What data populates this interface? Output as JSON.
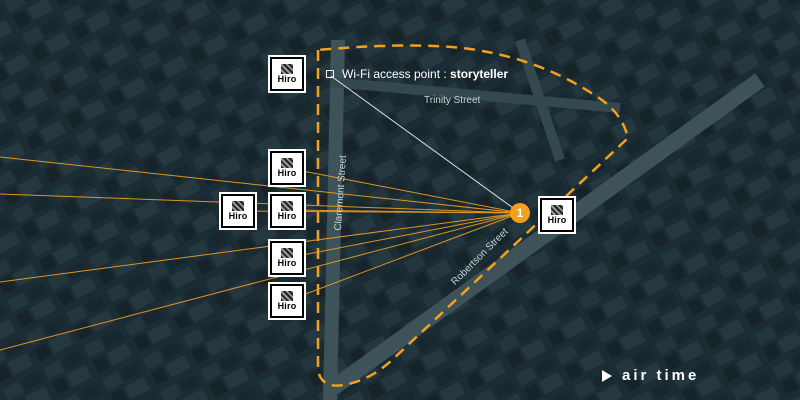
{
  "map": {
    "background_color": "#1c2b30",
    "accent_color": "#f2a01e"
  },
  "access_point": {
    "prefix": "Wi-Fi  access point : ",
    "name": "storyteller",
    "icon": "wifi-access-point-icon"
  },
  "streets": {
    "trinity": "Trinity Street",
    "claremont": "Claremont Street",
    "robertson": "Robertson Street"
  },
  "marker": {
    "number": "1",
    "icon": "numbered-location-marker"
  },
  "devices": {
    "label": "Hiro",
    "icon": "hiro-device-icon",
    "count": 7
  },
  "brand": {
    "text": "air time",
    "icon": "play-icon"
  }
}
